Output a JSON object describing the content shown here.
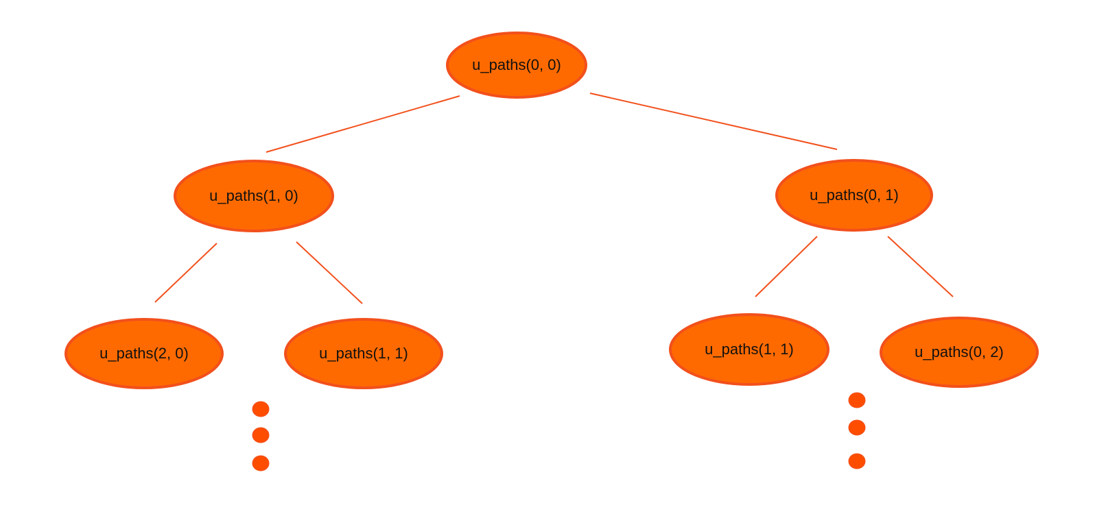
{
  "diagram": {
    "nodes": {
      "root": {
        "label": "u_paths(0, 0)"
      },
      "left": {
        "label": "u_paths(1, 0)"
      },
      "right": {
        "label": "u_paths(0, 1)"
      },
      "left_left": {
        "label": "u_paths(2, 0)"
      },
      "left_right": {
        "label": "u_paths(1, 1)"
      },
      "right_left": {
        "label": "u_paths(1, 1)"
      },
      "right_right": {
        "label": "u_paths(0, 2)"
      }
    },
    "colors": {
      "node_fill": "#ff6a00",
      "node_stroke": "#f2501c",
      "edge": "#f2501c",
      "dot": "#ff4d00",
      "text": "#111111"
    }
  }
}
